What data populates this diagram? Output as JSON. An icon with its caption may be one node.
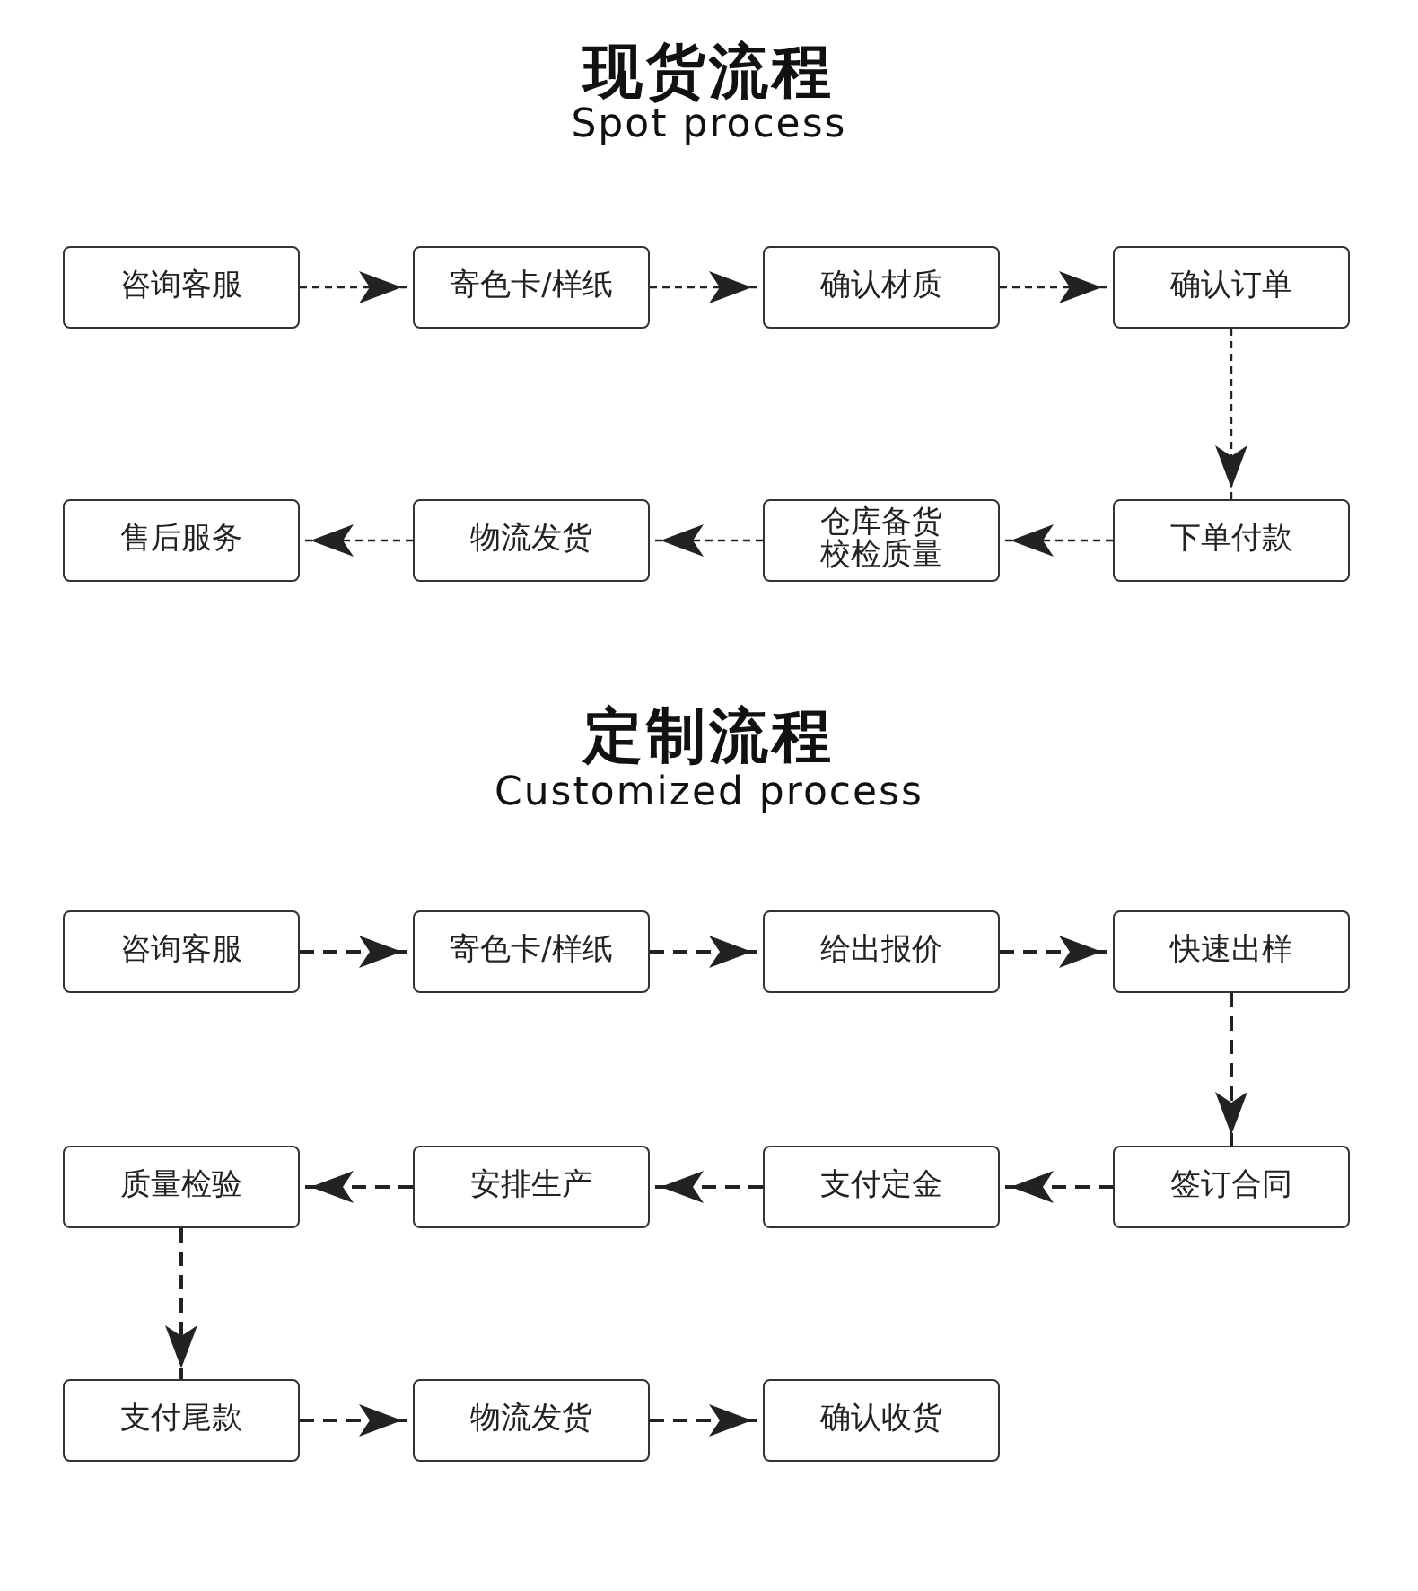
{
  "diagram": {
    "nodes": [
      {
        "text": [
          "咨询客服"
        ]
      },
      {
        "text": [
          "寄色卡/样纸"
        ]
      },
      {
        "text": [
          "确认材质"
        ]
      },
      {
        "text": [
          "确认订单"
        ]
      },
      {
        "text": [
          "售后服务"
        ]
      },
      {
        "text": [
          "物流发货"
        ]
      },
      {
        "text": [
          "仓库备货校检质量"
        ]
      },
      {
        "text": [
          "下单付款"
        ]
      },
      {
        "text": [
          "咨询客服"
        ]
      },
      {
        "text": [
          "寄色卡/样纸"
        ]
      },
      {
        "text": [
          "给出报价"
        ]
      },
      {
        "text": [
          "快速出样"
        ]
      },
      {
        "text": [
          "质量检验"
        ]
      },
      {
        "text": [
          "安排生产"
        ]
      },
      {
        "text": [
          "支付定金"
        ]
      },
      {
        "text": [
          "签订合同"
        ]
      },
      {
        "text": [
          "支付尾款"
        ]
      },
      {
        "text": [
          "物流发货"
        ]
      },
      {
        "text": [
          "确认收货"
        ]
      }
    ],
    "edges": [
      {
        "from": 0,
        "to": 1,
        "arrow": "to",
        "style": "dashed"
      },
      {
        "from": 1,
        "to": 2,
        "arrow": "to",
        "style": "dashed"
      },
      {
        "from": 2,
        "to": 3,
        "arrow": "to",
        "style": "dashed"
      },
      {
        "from": 3,
        "to": 7,
        "arrow": "to",
        "style": "dashed"
      },
      {
        "from": 7,
        "to": 6,
        "arrow": "to",
        "style": "dashed"
      },
      {
        "from": 6,
        "to": 5,
        "arrow": "to",
        "style": "dashed"
      },
      {
        "from": 5,
        "to": 4,
        "arrow": "to",
        "style": "dashed"
      },
      {
        "from": 8,
        "to": 9,
        "arrow": "to",
        "style": "dashed"
      },
      {
        "from": 9,
        "to": 10,
        "arrow": "to",
        "style": "dashed"
      },
      {
        "from": 10,
        "to": 11,
        "arrow": "to",
        "style": "dashed"
      },
      {
        "from": 11,
        "to": 15,
        "arrow": "to",
        "style": "dashed"
      },
      {
        "from": 15,
        "to": 14,
        "arrow": "to",
        "style": "dashed"
      },
      {
        "from": 14,
        "to": 13,
        "arrow": "to",
        "style": "dashed"
      },
      {
        "from": 13,
        "to": 12,
        "arrow": "to",
        "style": "dashed"
      },
      {
        "from": 12,
        "to": 16,
        "arrow": "to",
        "style": "dashed"
      },
      {
        "from": 16,
        "to": 17,
        "arrow": "to",
        "style": "dashed"
      },
      {
        "from": 17,
        "to": 18,
        "arrow": "to",
        "style": "dashed"
      }
    ],
    "labels": [
      "现货流程",
      "Spot process",
      "定制流程",
      "Customized process"
    ]
  }
}
